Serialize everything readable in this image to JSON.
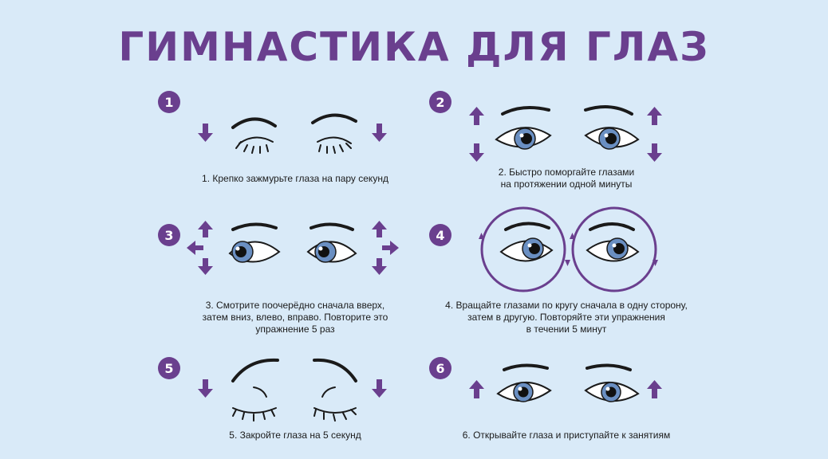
{
  "title": "ГИМНАСТИКА ДЛЯ ГЛАЗ",
  "accent_color": "#6a3f8e",
  "iris_color": "#6a8fc2",
  "background_color": "#d9eaf8",
  "exercises": [
    {
      "number": "1",
      "lines": [
        "1. Крепко зажмурьте глаза на пару секунд"
      ],
      "eyes": "shut-tight",
      "arrows": "down"
    },
    {
      "number": "2",
      "lines": [
        "2. Быстро поморгайте глазами",
        "на протяжении одной минуты"
      ],
      "eyes": "open",
      "arrows": "up-down"
    },
    {
      "number": "3",
      "lines": [
        "3. Смотрите поочерёдно сначала вверх,",
        "затем вниз, влево, вправо. Повторите это",
        "упражнение 5 раз"
      ],
      "eyes": "looking-sideways",
      "arrows": "four-way"
    },
    {
      "number": "4",
      "lines": [
        "4. Вращайте глазами по кругу сначала в одну сторону,",
        "затем в другую. Повторяйте эти упражнения",
        "в течении 5 минут"
      ],
      "eyes": "rotating",
      "arrows": "circles"
    },
    {
      "number": "5",
      "lines": [
        "5. Закройте глаза на 5 секунд"
      ],
      "eyes": "closed",
      "arrows": "down"
    },
    {
      "number": "6",
      "lines": [
        "6. Открывайте глаза и приступайте к занятиям"
      ],
      "eyes": "open",
      "arrows": "up"
    }
  ]
}
